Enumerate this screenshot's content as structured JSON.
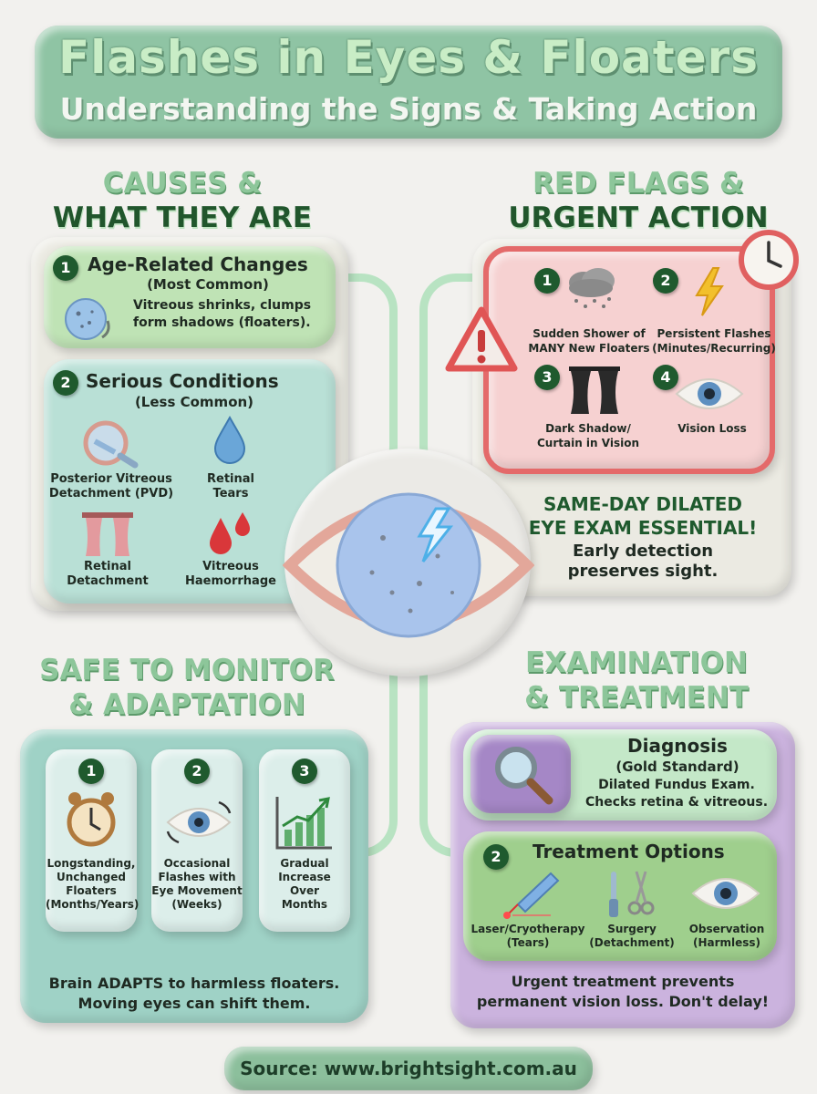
{
  "title": {
    "main": "Flashes in Eyes & Floaters",
    "subtitle": "Understanding the Signs & Taking Action"
  },
  "causes": {
    "heading_line1": "CAUSES &",
    "heading_line2": "WHAT THEY ARE",
    "age": {
      "number": "1",
      "title": "Age-Related Changes",
      "subtitle": "(Most Common)",
      "desc_line1": "Vitreous shrinks, clumps",
      "desc_line2": "form shadows (floaters)."
    },
    "serious": {
      "number": "2",
      "title": "Serious Conditions",
      "subtitle": "(Less Common)",
      "items": [
        {
          "line1": "Posterior Vitreous",
          "line2": "Detachment (PVD)",
          "icon": "magnifier-eye-icon"
        },
        {
          "line1": "Retinal",
          "line2": "Tears",
          "icon": "droplet-icon"
        },
        {
          "line1": "Retinal",
          "line2": "Detachment",
          "icon": "curtain-icon"
        },
        {
          "line1": "Vitreous",
          "line2": "Haemorrhage",
          "icon": "blood-drops-icon"
        }
      ]
    }
  },
  "red_flags": {
    "heading_line1": "RED FLAGS &",
    "heading_line2": "URGENT ACTION",
    "items": [
      {
        "number": "1",
        "line1": "Sudden Shower of",
        "line2": "MANY New Floaters",
        "icon": "cloud-shower-icon"
      },
      {
        "number": "2",
        "line1": "Persistent Flashes",
        "line2": "(Minutes/Recurring)",
        "icon": "lightning-icon"
      },
      {
        "number": "3",
        "line1": "Dark Shadow/",
        "line2": "Curtain in Vision",
        "icon": "dark-curtain-icon"
      },
      {
        "number": "4",
        "line1": "Vision Loss",
        "line2": "",
        "icon": "eye-icon"
      }
    ],
    "urgent_line1": "SAME-DAY DILATED",
    "urgent_line2": "EYE EXAM ESSENTIAL!",
    "note_line1": "Early detection",
    "note_line2": "preserves sight."
  },
  "monitor": {
    "heading_line1": "SAFE TO MONITOR",
    "heading_line2": "& ADAPTATION",
    "items": [
      {
        "number": "1",
        "lines": [
          "Longstanding,",
          "Unchanged",
          "Floaters",
          "(Months/Years)"
        ],
        "icon": "alarm-clock-icon"
      },
      {
        "number": "2",
        "lines": [
          "Occasional",
          "Flashes with",
          "Eye Movement",
          "(Weeks)"
        ],
        "icon": "eye-movement-icon"
      },
      {
        "number": "3",
        "lines": [
          "Gradual",
          "Increase",
          "Over",
          "Months"
        ],
        "icon": "rising-chart-icon"
      }
    ],
    "footer_line1": "Brain ADAPTS to harmless floaters.",
    "footer_line2": "Moving eyes can shift them."
  },
  "exam": {
    "heading_line1": "EXAMINATION",
    "heading_line2": "& TREATMENT",
    "diagnosis": {
      "title": "Diagnosis",
      "subtitle": "(Gold Standard)",
      "desc_line1": "Dilated Fundus Exam.",
      "desc_line2": "Checks retina & vitreous."
    },
    "treatment": {
      "number": "2",
      "title": "Treatment Options",
      "options": [
        {
          "line1": "Laser/Cryotherapy",
          "line2": "(Tears)",
          "icon": "laser-pen-icon"
        },
        {
          "line1": "Surgery",
          "line2": "(Detachment)",
          "icon": "surgical-tools-icon"
        },
        {
          "line1": "Observation",
          "line2": "(Harmless)",
          "icon": "eye-icon"
        }
      ]
    },
    "footer_line1": "Urgent treatment prevents",
    "footer_line2": "permanent vision loss. Don't delay!"
  },
  "source": "Source: www.brightsight.com.au",
  "colors": {
    "dark_green": "#1f5a2e",
    "mint": "#b8e3c2",
    "alert_red": "#e46a6a",
    "lavender": "#cbb3de"
  }
}
